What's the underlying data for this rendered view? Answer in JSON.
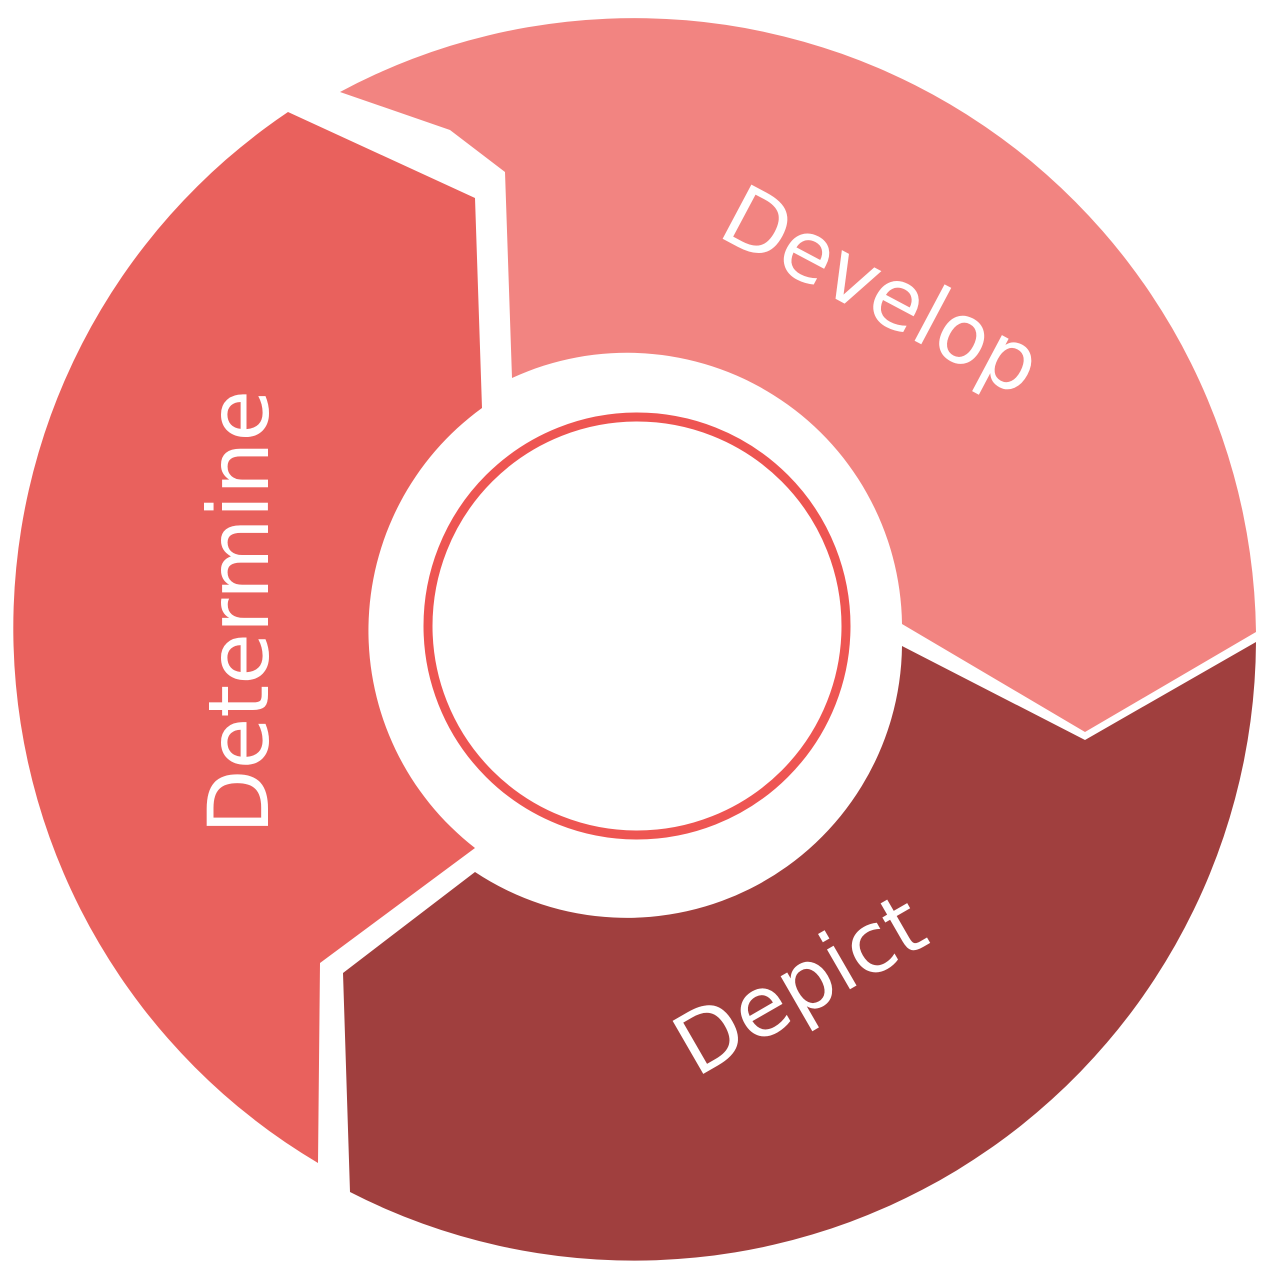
{
  "segments": [
    {
      "id": "develop",
      "label": "Develop",
      "color": "#f28481"
    },
    {
      "id": "depict",
      "label": "Depict",
      "color": "#a03f3e"
    },
    {
      "id": "determine",
      "label": "Determine",
      "color": "#e9615d"
    }
  ],
  "center_ring_color": "#ee5552"
}
